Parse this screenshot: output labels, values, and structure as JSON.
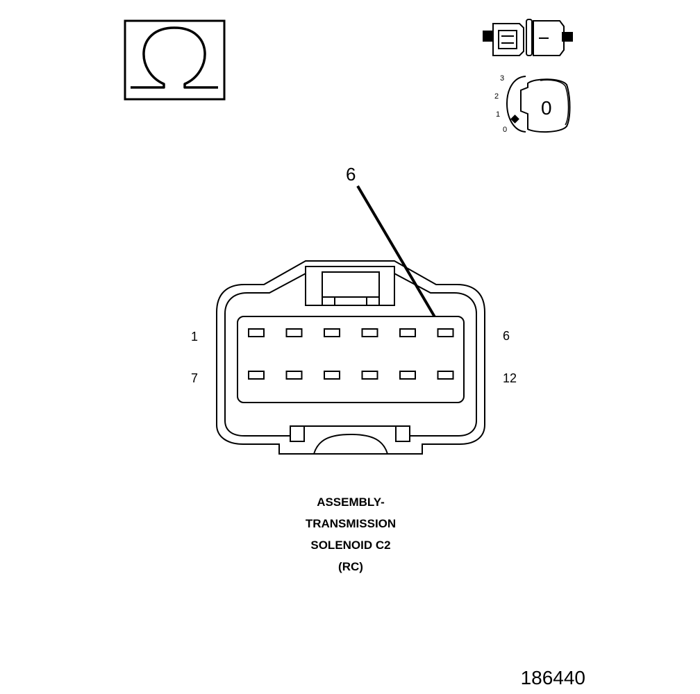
{
  "ohm_symbol": {
    "glyph": "Ω",
    "icon": "ohmmeter-icon"
  },
  "ignition": {
    "connector_icon": "disconnected-connector-icon",
    "key_icon": "ignition-key-icon",
    "scale_numbers": [
      "3",
      "2",
      "1",
      "0"
    ],
    "key_position": "0"
  },
  "callout": {
    "label": "6"
  },
  "connector": {
    "left_labels": [
      "1",
      "7"
    ],
    "right_labels": [
      "6",
      "12"
    ],
    "rows": 2,
    "pins_per_row": 6,
    "highlighted_pin": "6"
  },
  "title_lines": [
    "ASSEMBLY-",
    "TRANSMISSION",
    "SOLENOID C2",
    "(RC)"
  ],
  "figure_id": "186440"
}
